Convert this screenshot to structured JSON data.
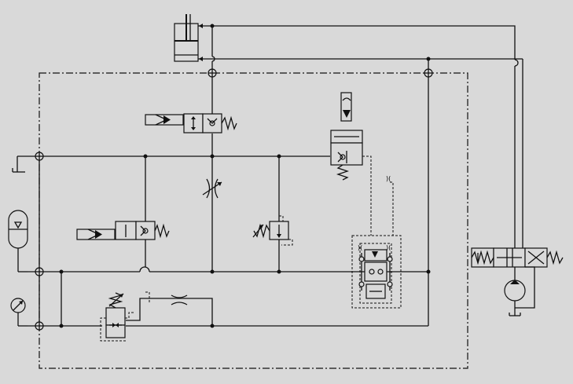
{
  "diagram": {
    "type": "hydraulic-schematic",
    "colors": {
      "background": "#d9d9d9",
      "line": "#111111"
    },
    "components": [
      "double-acting-cylinder",
      "solenoid-valve",
      "variable-throttle",
      "pressure-relief-valve",
      "pilot-check-valve-block",
      "four-way-directional-valve",
      "hydraulic-pump",
      "accumulator",
      "pressure-gauge",
      "pressure-reducing-valve",
      "fixed-orifice",
      "tank"
    ]
  }
}
